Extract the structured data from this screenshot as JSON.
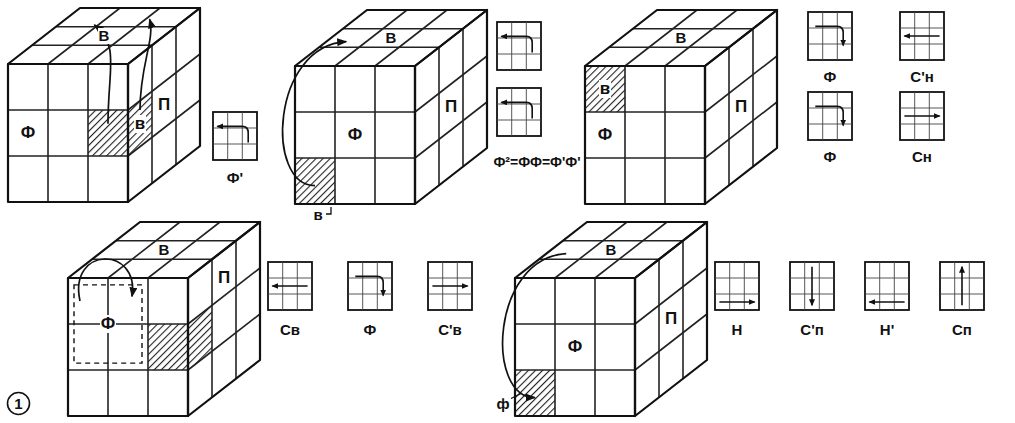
{
  "diagram": {
    "nodes": [
      {
        "text": [
          "1"
        ]
      }
    ],
    "labels": [
      "В",
      "Ф",
      "П",
      "в",
      "Ф'",
      "В",
      "Ф",
      "П",
      "в",
      "Ф²=ФФ=Ф'Ф'",
      "В",
      "Ф",
      "П",
      "в",
      "Ф",
      "С'н",
      "Ф",
      "Сн",
      "В",
      "Ф",
      "П",
      "Св",
      "Ф",
      "С'в",
      "В",
      "Ф",
      "П",
      "ф",
      "Н",
      "С'п",
      "Н'",
      "Сп"
    ]
  }
}
